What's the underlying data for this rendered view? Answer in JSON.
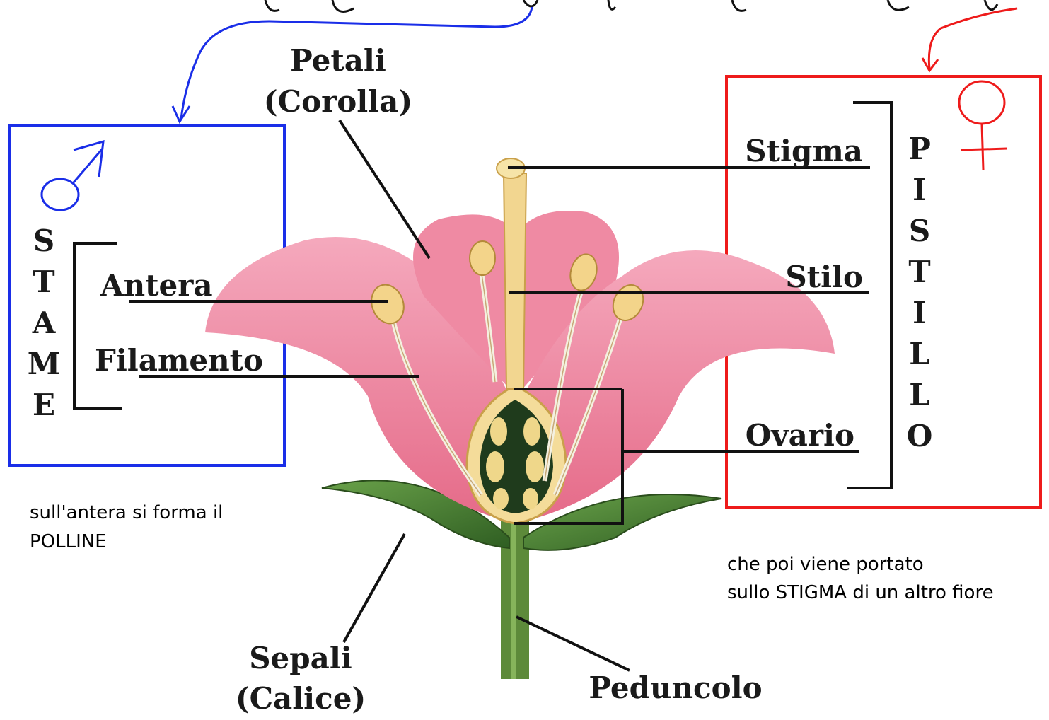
{
  "labels": {
    "petali_line1": "Petali",
    "petali_line2": "(Corolla)",
    "stigma": "Stigma",
    "stilo": "Stilo",
    "ovario": "Ovario",
    "antera": "Antera",
    "filamento": "Filamento",
    "sepali_line1": "Sepali",
    "sepali_line2": "(Calice)",
    "peduncolo": "Peduncolo"
  },
  "stame_letters": [
    "S",
    "T",
    "A",
    "M",
    "E"
  ],
  "pistillo_letters": [
    "P",
    "I",
    "S",
    "T",
    "I",
    "L",
    "L",
    "O"
  ],
  "notes": {
    "polline_line1": "sull'antera si forma il",
    "polline_line2": "POLLINE",
    "stigma_line1": "che poi viene portato",
    "stigma_line2": "sullo STIGMA di un altro fiore"
  },
  "colors": {
    "male_box": "#1a2ee8",
    "female_box": "#ee1b1b",
    "petal": "#e8728f",
    "petal_light": "#f29cb0",
    "leaf": "#3f7a2e",
    "anther": "#f3d48a"
  },
  "symbols": {
    "male": "male-symbol-icon",
    "female": "female-symbol-icon"
  }
}
